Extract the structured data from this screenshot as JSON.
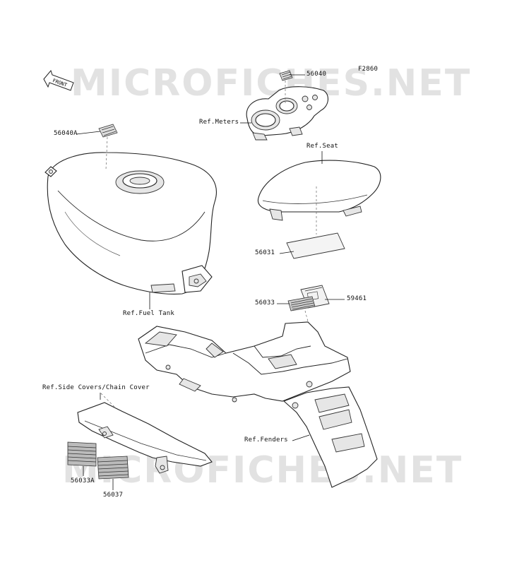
{
  "diagram": {
    "code": "F2860",
    "front_arrow": "FRONT",
    "watermark": "MICROFICHES.NET",
    "parts": [
      {
        "id": "p-56040",
        "label": "56040"
      },
      {
        "id": "p-56040A",
        "label": "56040A"
      },
      {
        "id": "p-56031",
        "label": "56031"
      },
      {
        "id": "p-56033",
        "label": "56033"
      },
      {
        "id": "p-59461",
        "label": "59461"
      },
      {
        "id": "p-56033A",
        "label": "56033A"
      },
      {
        "id": "p-56037",
        "label": "56037"
      }
    ],
    "references": [
      {
        "id": "ref-meters",
        "label": "Ref.Meters"
      },
      {
        "id": "ref-seat",
        "label": "Ref.Seat"
      },
      {
        "id": "ref-fuel-tank",
        "label": "Ref.Fuel Tank"
      },
      {
        "id": "ref-side-covers",
        "label": "Ref.Side Covers/Chain Cover"
      },
      {
        "id": "ref-fenders",
        "label": "Ref.Fenders"
      }
    ]
  }
}
